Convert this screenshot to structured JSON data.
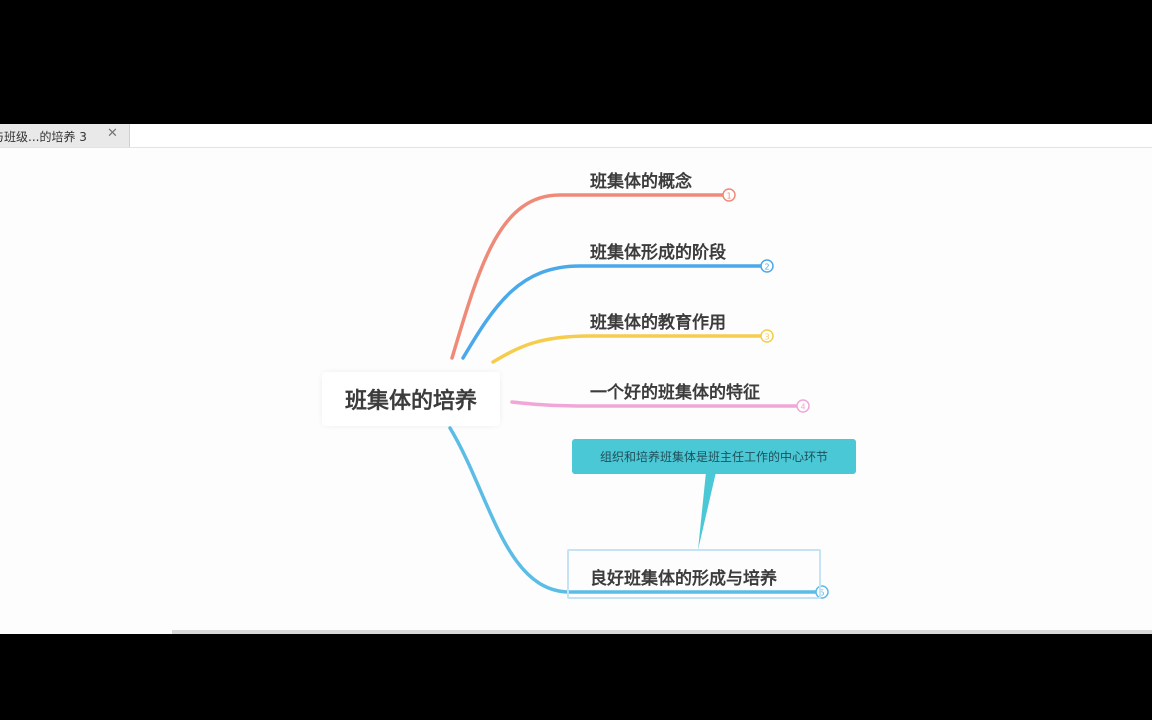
{
  "tab": {
    "title": "与班级...的培养 3",
    "close": "✕"
  },
  "mindmap": {
    "root": "班集体的培养",
    "topics": [
      {
        "label": "班集体的概念",
        "number": "1",
        "color": "#f08a78"
      },
      {
        "label": "班集体形成的阶段",
        "number": "2",
        "color": "#4aa9ea"
      },
      {
        "label": "班集体的教育作用",
        "number": "3",
        "color": "#f6cc4c"
      },
      {
        "label": "一个好的班集体的特征",
        "number": "4",
        "color": "#f0a7d8"
      },
      {
        "label": "良好班集体的形成与培养",
        "number": "5",
        "color": "#5bbde6"
      }
    ],
    "callout": "组织和培养班集体是班主任工作的中心环节"
  }
}
